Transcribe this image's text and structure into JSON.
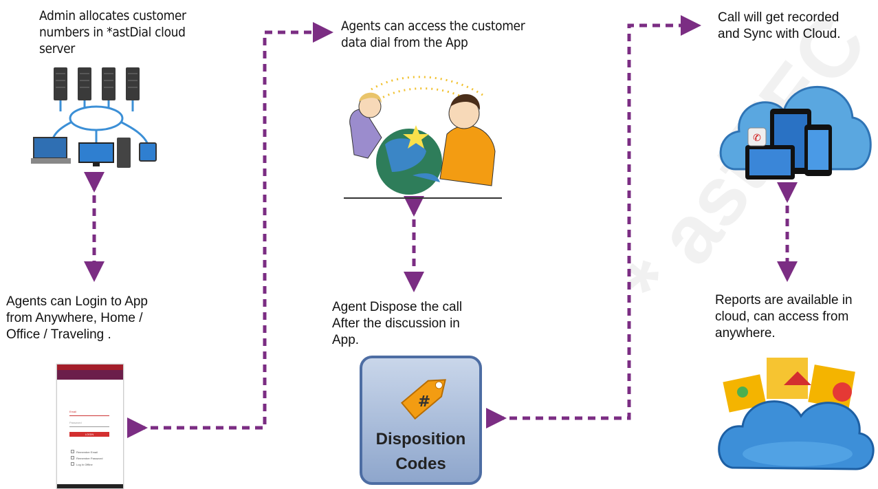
{
  "steps": {
    "admin": "Admin allocates customer\nnumbers in *astDial cloud\nserver",
    "access": "Agents can access the customer\ndata dial from the App",
    "record": "Call will get recorded\nand Sync with Cloud.",
    "login": "Agents can Login to App\nfrom  Anywhere, Home /\nOffice / Traveling .",
    "dispose": "Agent Dispose the call\nAfter the discussion in\nApp.",
    "reports": "Reports are available in\ncloud, can access from\nanywhere."
  },
  "disposition_card": {
    "line1": "Disposition",
    "line2": "Codes",
    "tag_symbol": "#"
  },
  "phone_app": {
    "field1": "Email",
    "field2": "Password",
    "button": "LOGIN",
    "options": [
      "Remember Email",
      "Remember Password",
      "Log In Offline"
    ]
  },
  "watermark": "* astTEC",
  "colors": {
    "arrow": "#7b2d83",
    "phone_header": "#6b1e4a",
    "card_border": "#4d6da3"
  },
  "icons": [
    "server-network-icon",
    "agents-phone-call-icon",
    "cloud-devices-icon",
    "cloud-folders-icon",
    "tag-icon"
  ]
}
